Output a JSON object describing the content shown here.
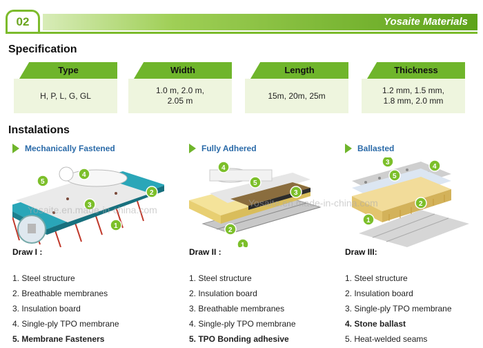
{
  "header": {
    "badge_number": "02",
    "brand": "Yosaite Materials"
  },
  "specification": {
    "heading": "Specification",
    "boxes": [
      {
        "label": "Type",
        "value": "H, P, L, G, GL"
      },
      {
        "label": "Width",
        "value": "1.0 m,  2.0 m,\n2.05 m"
      },
      {
        "label": "Length",
        "value": "15m, 20m, 25m"
      },
      {
        "label": "Thickness",
        "value": "1.2 mm,  1.5 mm,\n1.8 mm,  2.0 mm"
      }
    ]
  },
  "installations": {
    "heading": "Instalations",
    "methods": [
      {
        "title": "Mechanically Fastened",
        "draw_label": "Draw I :",
        "items": [
          "1. Steel structure",
          "2. Breathable membranes",
          "3. Insulation board",
          "4. Single-ply TPO membrane",
          "5. Membrane Fasteners"
        ]
      },
      {
        "title": "Fully Adhered",
        "draw_label": "Draw II :",
        "items": [
          "1. Steel structure",
          "2. Insulation board",
          "3. Breathable membranes",
          "4. Single-ply TPO membrane",
          "5. TPO Bonding adhesive"
        ]
      },
      {
        "title": "Ballasted",
        "draw_label": "Draw III:",
        "items": [
          "1. Steel structure",
          "2. Insulation board",
          "3. Single-ply TPO membrane",
          "4. Stone ballast",
          "5. Heat-welded seams"
        ]
      }
    ]
  },
  "diagram_markers": [
    "1",
    "2",
    "3",
    "4",
    "5"
  ],
  "watermark": "Yosaite.en.made-in-china.com",
  "colors": {
    "accent_green": "#6fb52b",
    "method_blue": "#2a6aa8",
    "box_fill": "#eef5de"
  }
}
